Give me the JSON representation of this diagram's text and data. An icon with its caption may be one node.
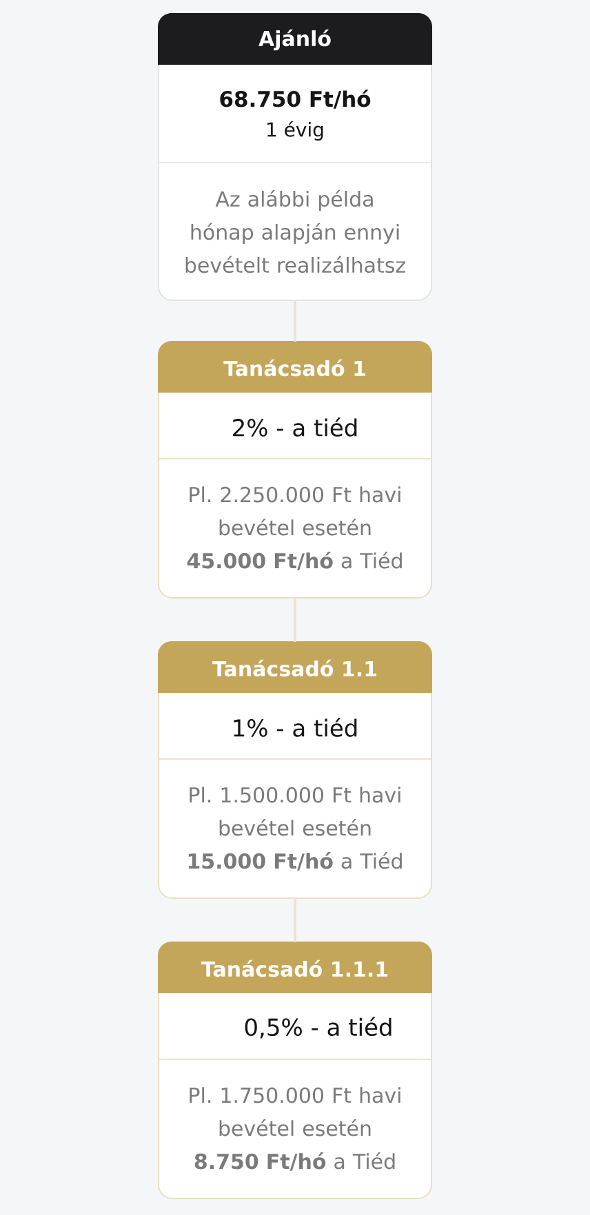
{
  "diagram": {
    "nodes": [
      {
        "text": [
          "Ajánló",
          "68.750 Ft/hó",
          "1 évig",
          "Az alábbi példa hónap alapján ennyi bevételt realizálhatsz"
        ]
      },
      {
        "text": [
          "Tanácsadó 1",
          "2% - a tiéd",
          "Pl. 2.250.000 Ft havi bevétel esetén **45.000 Ft/hó** a Tiéd"
        ]
      },
      {
        "text": [
          "Tanácsadó 1.1",
          "1% - a tiéd",
          "Pl. 1.500.000 Ft havi bevétel esetén **15.000 Ft/hó** a Tiéd"
        ]
      },
      {
        "text": [
          "Tanácsadó 1.1.1",
          "0,5% - a tiéd",
          "Pl. 1.750.000 Ft havi bevétel esetén **8.750 Ft/hó** a Tiéd"
        ]
      }
    ],
    "edges": [
      {
        "from": 0,
        "to": 1,
        "arrow": "none"
      },
      {
        "from": 1,
        "to": 2,
        "arrow": "none"
      },
      {
        "from": 2,
        "to": 3,
        "arrow": "none"
      }
    ]
  }
}
